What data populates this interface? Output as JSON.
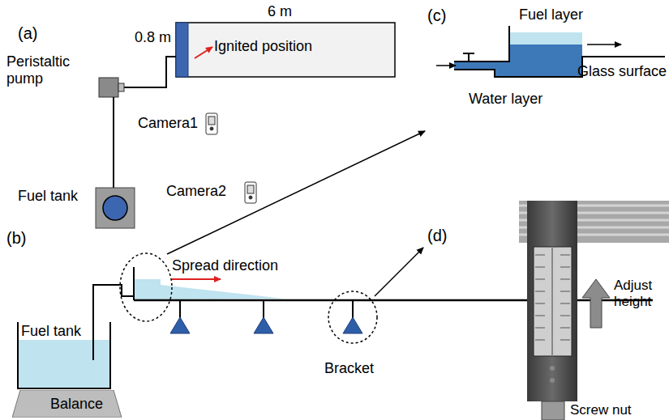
{
  "diagram": {
    "nodes": [
      {
        "text": [
          "Fuel tank"
        ]
      },
      {
        "text": [
          "Balance"
        ]
      }
    ],
    "labels": [
      "(a)",
      "6 m",
      "0.8 m",
      "Ignited position",
      "Peristaltic pump",
      "Fuel tank",
      "Camera1",
      "Camera2",
      "(b)",
      "Spread direction",
      "Bracket",
      "(c)",
      "Fuel layer",
      "Glass surface",
      "Water layer",
      "(d)",
      "Adjust height",
      "Screw nut"
    ]
  }
}
